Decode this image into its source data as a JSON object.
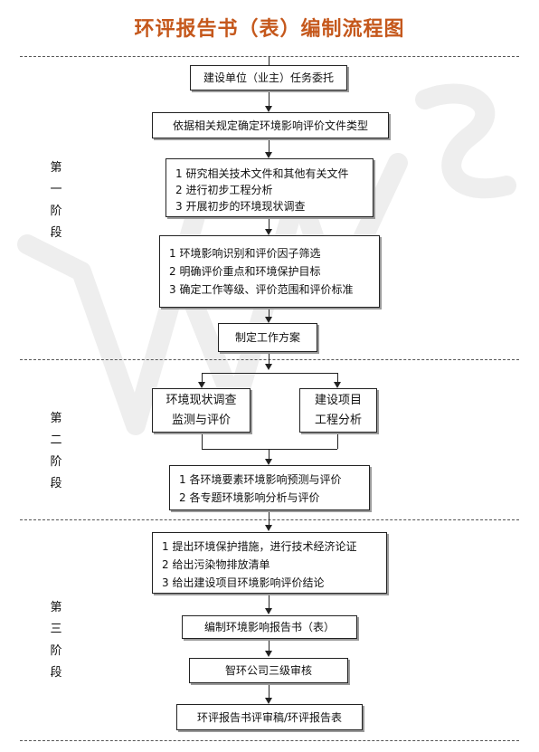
{
  "title": "环评报告书（表）编制流程图",
  "stages": {
    "one": [
      "第",
      "一",
      "阶",
      "段"
    ],
    "two": [
      "第",
      "二",
      "阶",
      "段"
    ],
    "three": [
      "第",
      "三",
      "阶",
      "段"
    ]
  },
  "steps": {
    "entrust": "建设单位（业主）任务委托",
    "determine_type": "依据相关规定确定环境影响评价文件类型",
    "research": [
      "1 研究相关技术文件和其他有关文件",
      "2 进行初步工程分析",
      "3 开展初步的环境现状调查"
    ],
    "identify": [
      "1 环境影响识别和评价因子筛选",
      "2 明确评价重点和环境保护目标",
      "3 确定工作等级、评价范围和评价标准"
    ],
    "plan": "制定工作方案",
    "survey": [
      "环境现状调查",
      "监测与评价"
    ],
    "project_analysis": [
      "建设项目",
      "工程分析"
    ],
    "prediction": [
      "1 各环境要素环境影响预测与评价",
      "2 各专题环境影响分析与评价"
    ],
    "measures": [
      "1 提出环境保护措施，进行技术经济论证",
      "2 给出污染物排放清单",
      "3 给出建设项目环境影响评价结论"
    ],
    "compile": "编制环境影响报告书（表）",
    "review": "智环公司三级审核",
    "final": "环评报告书评审稿/环评报告表"
  }
}
